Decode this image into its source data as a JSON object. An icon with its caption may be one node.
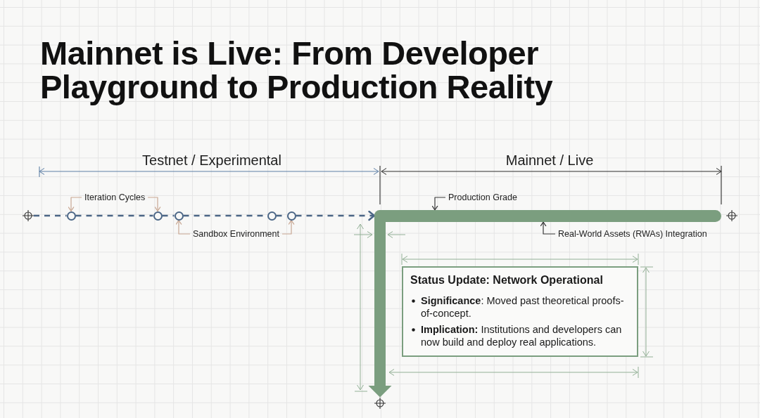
{
  "diagram": {
    "title": "Mainnet is Live: From Developer Playground to Production Reality",
    "nodes": [
      {
        "text": [
          "Iteration Cycles"
        ]
      },
      {
        "text": [
          "Production Grade"
        ]
      },
      {
        "text": [],
        "shape": "crosshair"
      },
      {
        "text": [],
        "shape": "circle"
      },
      {
        "text": [],
        "shape": "circle"
      },
      {
        "text": [],
        "shape": "circle"
      },
      {
        "text": [],
        "shape": "circle"
      },
      {
        "text": [],
        "shape": "circle"
      },
      {
        "text": [],
        "shape": "bar"
      },
      {
        "text": [
          "Sandbox Environment"
        ]
      },
      {
        "text": [
          "Real-World Assets (RWAs) Integration"
        ]
      },
      {
        "text": [
          "Status Update: Network Operational",
          "**Significance**: Moved past theoretical proofs-of-concept.",
          "**Implication:** Institutions and developers can now build and deploy real applications."
        ]
      },
      {
        "text": [],
        "shape": "crosshair"
      }
    ],
    "edges": [
      {
        "from": 2,
        "to": 3,
        "arrow": "none",
        "style": "dashed"
      },
      {
        "from": 3,
        "to": 4,
        "arrow": "none",
        "style": "dashed"
      },
      {
        "from": 4,
        "to": 5,
        "arrow": "none",
        "style": "dashed"
      },
      {
        "from": 5,
        "to": 6,
        "arrow": "none",
        "style": "dashed"
      },
      {
        "from": 6,
        "to": 7,
        "arrow": "none",
        "style": "dashed"
      },
      {
        "from": 7,
        "to": 8,
        "arrow": "to",
        "style": "dashed"
      },
      {
        "from": 0,
        "to": 3,
        "arrow": "to",
        "color": "#c9a894"
      },
      {
        "from": 0,
        "to": 4,
        "arrow": "to",
        "color": "#c9a894"
      },
      {
        "from": 9,
        "to": 5,
        "arrow": "to",
        "color": "#c9a894"
      },
      {
        "from": 9,
        "to": 7,
        "arrow": "to",
        "color": "#c9a894"
      },
      {
        "from": 1,
        "to": 8,
        "arrow": "to",
        "color": "#3a3a3a"
      },
      {
        "from": 10,
        "to": 8,
        "arrow": "to",
        "color": "#3a3a3a"
      },
      {
        "from": 8,
        "to": 12,
        "arrow": "to",
        "style": "thick",
        "color": "#7b9e7f"
      }
    ],
    "labels": [
      "Testnet / Experimental",
      "Mainnet / Live"
    ]
  }
}
